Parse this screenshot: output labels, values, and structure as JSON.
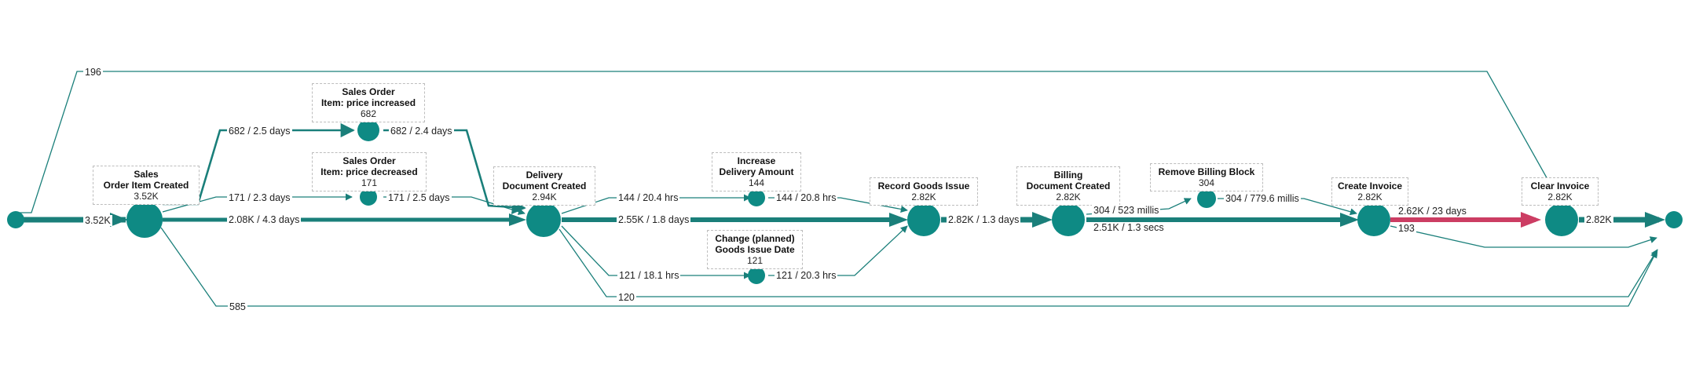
{
  "colors": {
    "flow": "#1a7f7a",
    "node": "#0e8a84",
    "highlight": "#cc3d63"
  },
  "activities": [
    {
      "id": "soic",
      "title_lines": [
        "Sales",
        "Order Item Created"
      ],
      "count": "3.52K"
    },
    {
      "id": "pinc",
      "title_lines": [
        "Sales Order",
        "Item: price increased"
      ],
      "count": "682"
    },
    {
      "id": "pdec",
      "title_lines": [
        "Sales Order",
        "Item: price decreased"
      ],
      "count": "171"
    },
    {
      "id": "ddc",
      "title_lines": [
        "Delivery",
        "Document Created"
      ],
      "count": "2.94K"
    },
    {
      "id": "ida",
      "title_lines": [
        "Increase",
        "Delivery Amount"
      ],
      "count": "144"
    },
    {
      "id": "cgid",
      "title_lines": [
        "Change (planned)",
        "Goods Issue Date"
      ],
      "count": "121"
    },
    {
      "id": "rgi",
      "title_lines": [
        "Record Goods Issue"
      ],
      "count": "2.82K"
    },
    {
      "id": "bdc",
      "title_lines": [
        "Billing",
        "Document Created"
      ],
      "count": "2.82K"
    },
    {
      "id": "rbb",
      "title_lines": [
        "Remove Billing Block"
      ],
      "count": "304"
    },
    {
      "id": "ci",
      "title_lines": [
        "Create Invoice"
      ],
      "count": "2.82K"
    },
    {
      "id": "cli",
      "title_lines": [
        "Clear Invoice"
      ],
      "count": "2.82K"
    }
  ],
  "edges": [
    {
      "id": "e-start-soic",
      "label": "3.52K"
    },
    {
      "id": "e-start-cli",
      "label": "196"
    },
    {
      "id": "e-soic-pinc",
      "label": "682 / 2.5 days"
    },
    {
      "id": "e-pinc-ddc",
      "label": "682 / 2.4 days"
    },
    {
      "id": "e-soic-pdec",
      "label": "171 / 2.3 days"
    },
    {
      "id": "e-pdec-ddc",
      "label": "171 / 2.5 days"
    },
    {
      "id": "e-soic-ddc",
      "label": "2.08K / 4.3 days"
    },
    {
      "id": "e-soic-end",
      "label": "585"
    },
    {
      "id": "e-ddc-ida",
      "label": "144 / 20.4 hrs"
    },
    {
      "id": "e-ida-rgi",
      "label": "144 / 20.8 hrs"
    },
    {
      "id": "e-ddc-rgi",
      "label": "2.55K / 1.8 days"
    },
    {
      "id": "e-ddc-cgid",
      "label": "121 / 18.1 hrs"
    },
    {
      "id": "e-cgid-rgi",
      "label": "121 / 20.3 hrs"
    },
    {
      "id": "e-ddc-end",
      "label": "120"
    },
    {
      "id": "e-rgi-bdc",
      "label": "2.82K / 1.3 days"
    },
    {
      "id": "e-bdc-rbb",
      "label": "304 / 523 millis"
    },
    {
      "id": "e-rbb-ci",
      "label": "304 / 779.6 millis"
    },
    {
      "id": "e-bdc-ci",
      "label": "2.51K / 1.3 secs"
    },
    {
      "id": "e-ci-cli",
      "label": "2.62K / 23 days"
    },
    {
      "id": "e-ci-end",
      "label": "193"
    },
    {
      "id": "e-cli-end",
      "label": "2.82K"
    }
  ]
}
